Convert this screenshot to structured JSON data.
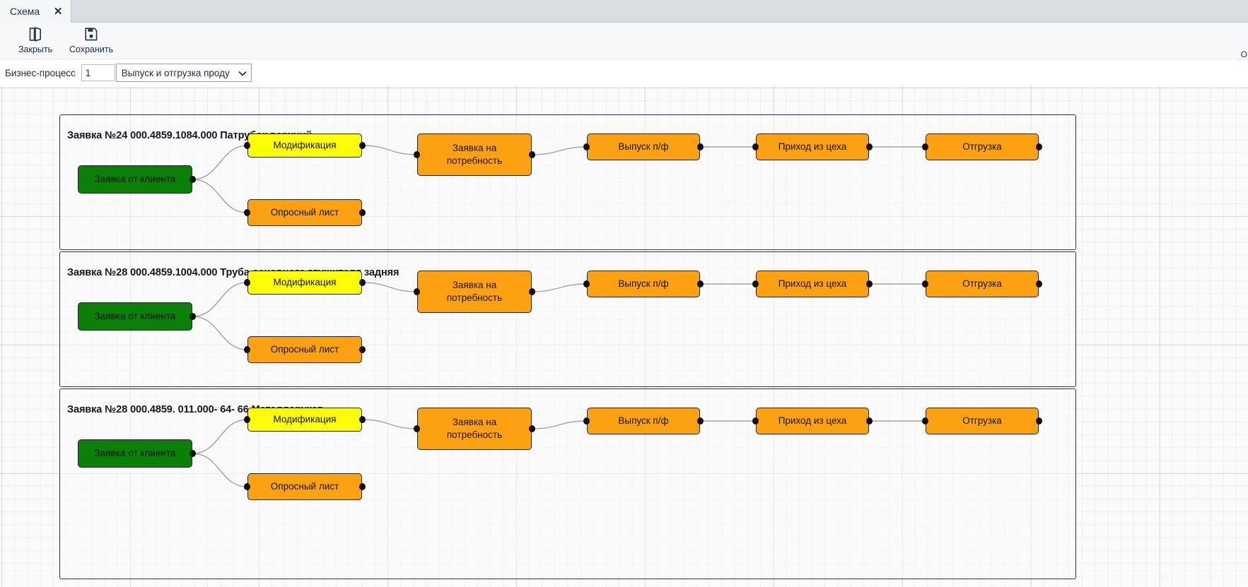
{
  "window": {
    "tab": {
      "label": "Схема",
      "close_icon": "close-icon",
      "close_glyph": "✕"
    }
  },
  "toolbar": {
    "buttons": [
      {
        "label": "Закрыть",
        "icon": "door-exit-icon"
      },
      {
        "label": "Сохранить",
        "icon": "floppy-disk-save-icon"
      }
    ],
    "corner_text": "O"
  },
  "parameters": {
    "label": "Бизнес-процесс",
    "number_value": "1",
    "number_placeholder": "",
    "select_value": "Выпуск и отгрузка проду",
    "select_icon": "chevron-down-icon"
  },
  "diagram": {
    "lanes": [
      {
        "title": "Заявка №24 000.4859.1084.000 Патрубок верхний",
        "nodes": [
          {
            "label": "Заявка от клиента",
            "color": "green"
          },
          {
            "label": "Модификация",
            "color": "yellow"
          },
          {
            "label": "Опросный лист",
            "color": "orange"
          },
          {
            "label": "Заявка на\nпотребность",
            "color": "orange"
          },
          {
            "label": "Выпуск п/ф",
            "color": "orange"
          },
          {
            "label": "Приход из цеха",
            "color": "orange"
          },
          {
            "label": "Отгрузка",
            "color": "orange"
          }
        ]
      },
      {
        "title": "Заявка №28 000.4859.1004.000 Труба основного глушителя задняя",
        "nodes": [
          {
            "label": "Заявка от клиента",
            "color": "green"
          },
          {
            "label": "Модификация",
            "color": "yellow"
          },
          {
            "label": "Опросный лист",
            "color": "orange"
          },
          {
            "label": "Заявка на\nпотребность",
            "color": "orange"
          },
          {
            "label": "Выпуск п/ф",
            "color": "orange"
          },
          {
            "label": "Приход из цеха",
            "color": "orange"
          },
          {
            "label": "Отгрузка",
            "color": "orange"
          }
        ]
      },
      {
        "title": "Заявка №28 000.4859. 011.000- 64- 66 Металлорукав",
        "nodes": [
          {
            "label": "Заявка от клиента",
            "color": "green"
          },
          {
            "label": "Модификация",
            "color": "yellow"
          },
          {
            "label": "Опросный лист",
            "color": "orange"
          },
          {
            "label": "Заявка на\nпотребность",
            "color": "orange"
          },
          {
            "label": "Выпуск п/ф",
            "color": "orange"
          },
          {
            "label": "Приход из цеха",
            "color": "orange"
          },
          {
            "label": "Отгрузка",
            "color": "orange"
          }
        ]
      }
    ],
    "colors": {
      "green": "#0b8009",
      "yellow": "#fdfd04",
      "orange": "#fba112",
      "node_border": "#232323",
      "lane_border": "#2b3445",
      "edge": "#3b3b3b"
    }
  }
}
